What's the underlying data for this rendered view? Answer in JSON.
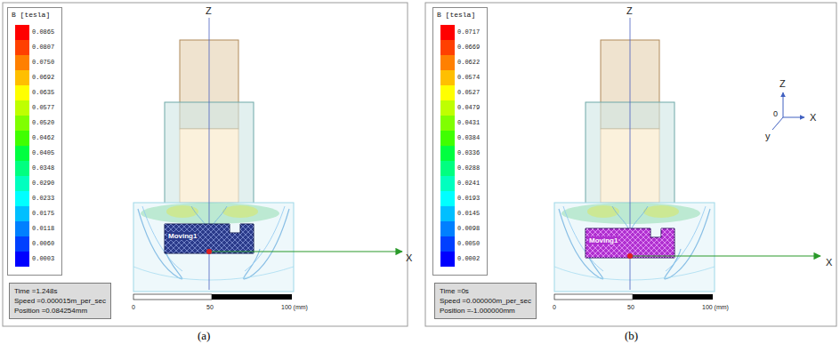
{
  "diagram": {
    "nodes": [
      {
        "text": [
          "B [tesla]"
        ]
      },
      {
        "text": [
          "Time =1.248s",
          "Speed =0.000015m_per_sec",
          "Position =0.084254mm"
        ]
      },
      {
        "text": [
          "Moving1"
        ]
      },
      {
        "text": [
          "B [tesla]"
        ]
      },
      {
        "text": [
          "Time =0s",
          "Speed =0.000000m_per_sec",
          "Position =-1.000000mm"
        ]
      },
      {
        "text": [
          "Moving1"
        ]
      }
    ],
    "labels": [
      "Z",
      "X",
      "0",
      "50",
      "100 (mm)",
      "(a)",
      "Z",
      "X",
      "0",
      "50",
      "100 (mm)",
      "Z",
      "X",
      "y",
      "0",
      "(b)"
    ],
    "legend": [
      {
        "text": "0.0865",
        "color": "#ff0000"
      },
      {
        "text": "0.0807",
        "color": "#ff4000"
      },
      {
        "text": "0.0750",
        "color": "#ff8000"
      },
      {
        "text": "0.0692",
        "color": "#ffbf00"
      },
      {
        "text": "0.0635",
        "color": "#ffff00"
      },
      {
        "text": "0.0577",
        "color": "#bfff00"
      },
      {
        "text": "0.0520",
        "color": "#80ff00"
      },
      {
        "text": "0.0462",
        "color": "#40ff00"
      },
      {
        "text": "0.0405",
        "color": "#00ff40"
      },
      {
        "text": "0.0348",
        "color": "#00ff80"
      },
      {
        "text": "0.0290",
        "color": "#00ffbf"
      },
      {
        "text": "0.0233",
        "color": "#00ffff"
      },
      {
        "text": "0.0175",
        "color": "#00bfff"
      },
      {
        "text": "0.0118",
        "color": "#0080ff"
      },
      {
        "text": "0.0060",
        "color": "#0040ff"
      },
      {
        "text": "0.0003",
        "color": "#0000ff"
      },
      {
        "text": "0.0717",
        "color": "#ff0000"
      },
      {
        "text": "0.0669",
        "color": "#ff4000"
      },
      {
        "text": "0.0622",
        "color": "#ff8000"
      },
      {
        "text": "0.0574",
        "color": "#ffbf00"
      },
      {
        "text": "0.0527",
        "color": "#ffff00"
      },
      {
        "text": "0.0479",
        "color": "#bfff00"
      },
      {
        "text": "0.0431",
        "color": "#80ff00"
      },
      {
        "text": "0.0384",
        "color": "#40ff00"
      },
      {
        "text": "0.0336",
        "color": "#00ff40"
      },
      {
        "text": "0.0288",
        "color": "#00ff80"
      },
      {
        "text": "0.0241",
        "color": "#00ffbf"
      },
      {
        "text": "0.0193",
        "color": "#00ffff"
      },
      {
        "text": "0.0145",
        "color": "#00bfff"
      },
      {
        "text": "0.0098",
        "color": "#0080ff"
      },
      {
        "text": "0.0050",
        "color": "#0040ff"
      },
      {
        "text": "0.0002",
        "color": "#0000ff"
      }
    ]
  }
}
